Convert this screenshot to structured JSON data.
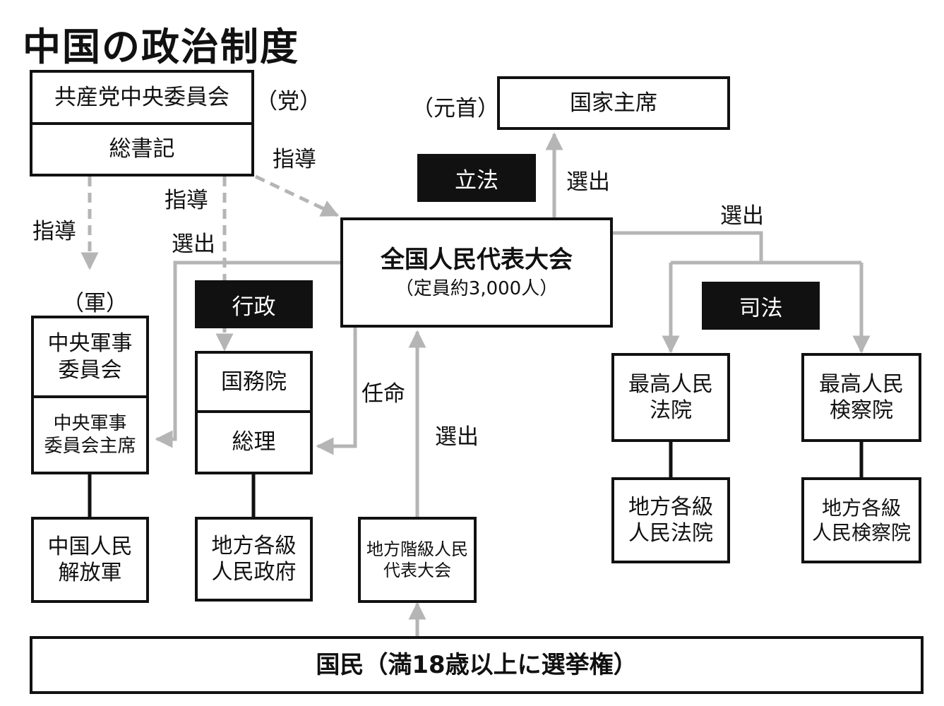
{
  "title": "中国の政治制度",
  "colors": {
    "box_border": "#111111",
    "arrow": "#b5b5b5",
    "dark_fill": "#111111",
    "dark_text": "#ffffff"
  },
  "party": {
    "committee": "共産党中央委員会",
    "secretary": "総書記",
    "tag": "（党）"
  },
  "head_of_state": {
    "tag": "（元首）",
    "name": "国家主席"
  },
  "branches": {
    "legislative": "立法",
    "executive": "行政",
    "judicial": "司法"
  },
  "npc": {
    "name": "全国人民代表大会",
    "members": "（定員約3,000人）"
  },
  "military": {
    "tag": "（軍）",
    "cmc": [
      "中央軍事",
      "委員会"
    ],
    "cmc_chair": [
      "中央軍事",
      "委員会主席"
    ],
    "pla": [
      "中国人民",
      "解放軍"
    ]
  },
  "state_council": {
    "name": "国務院",
    "premier": "総理",
    "local_gov": [
      "地方各級",
      "人民政府"
    ]
  },
  "local_congress": [
    "地方階級人民",
    "代表大会"
  ],
  "courts": {
    "supreme": [
      "最高人民",
      "法院"
    ],
    "local": [
      "地方各級",
      "人民法院"
    ]
  },
  "procuratorate": {
    "supreme": [
      "最高人民",
      "検察院"
    ],
    "local": [
      "地方各級",
      "人民検察院"
    ]
  },
  "citizens": "国民（満18歳以上に選挙権）",
  "relations": {
    "guide_military": "指導",
    "guide_state_council": "指導",
    "elect_state_council": "選出",
    "guide_npc": "指導",
    "elect_head_of_state": "選出",
    "elect_judiciary": "選出",
    "appoint_premier": "任命",
    "elect_npc": "選出"
  }
}
